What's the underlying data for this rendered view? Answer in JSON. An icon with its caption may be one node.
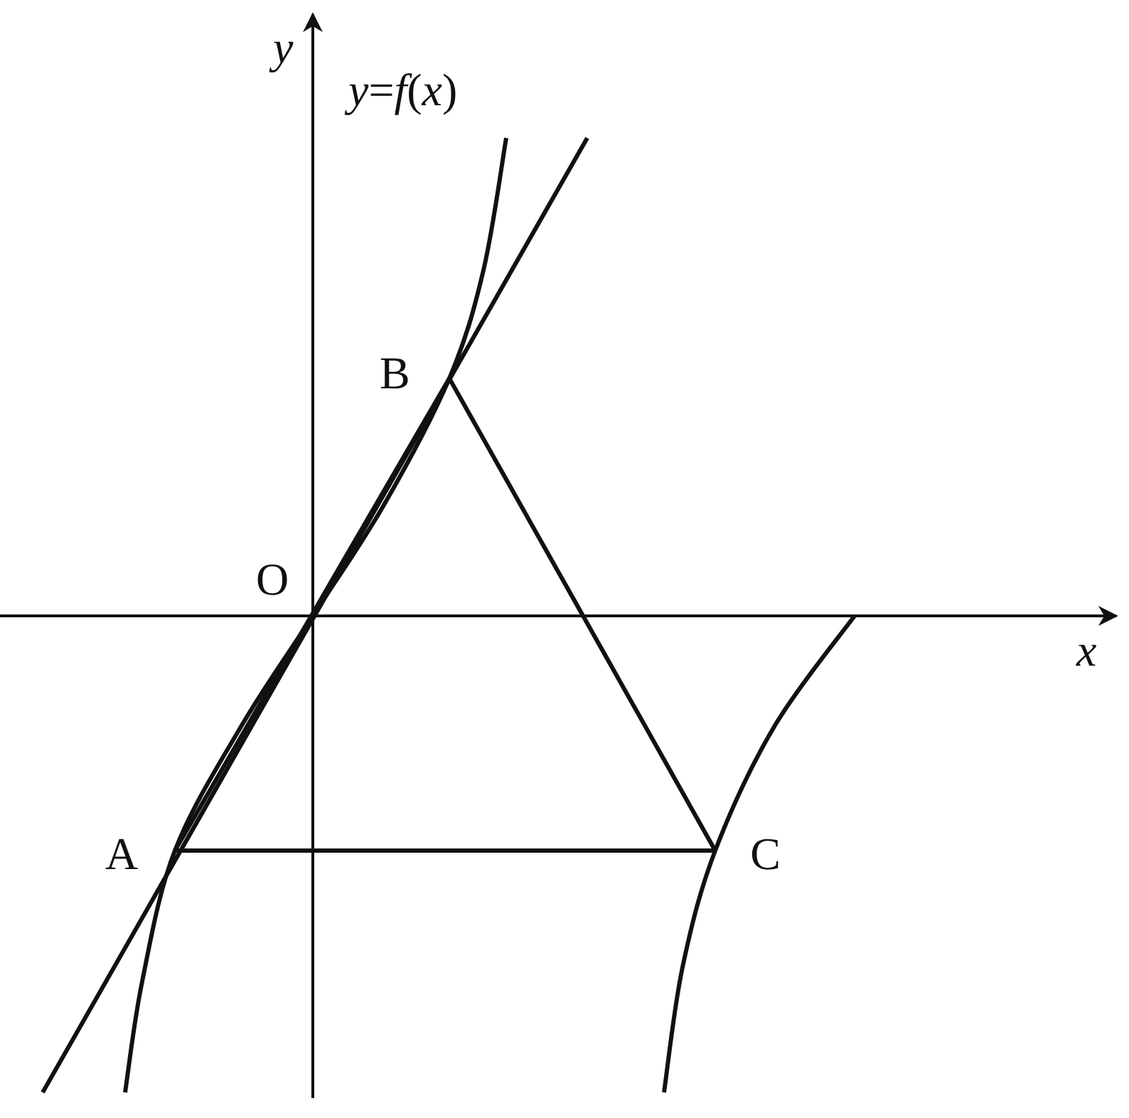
{
  "diagram": {
    "nodes": [
      {
        "text": [
          "A"
        ]
      },
      {
        "text": [
          "B"
        ]
      },
      {
        "text": [
          "C"
        ]
      }
    ],
    "edges": [
      {
        "from": 0,
        "to": 1,
        "arrow": "none"
      },
      {
        "from": 1,
        "to": 2,
        "arrow": "none"
      },
      {
        "from": 2,
        "to": 0,
        "arrow": "none"
      }
    ],
    "labels": [
      "*y*",
      "*y*=*f*(*x*)",
      "O",
      "*x*"
    ]
  }
}
